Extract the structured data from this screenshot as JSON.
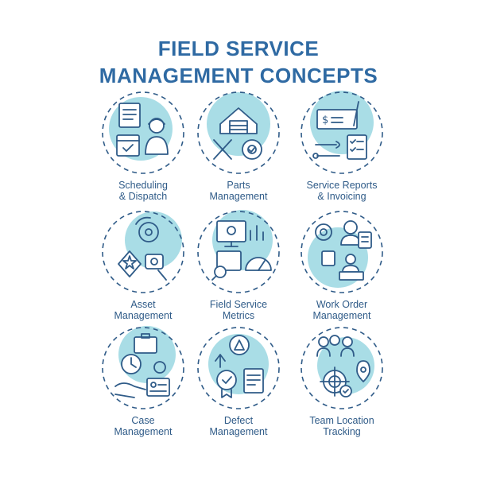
{
  "title": {
    "line1": "FIELD SERVICE",
    "line2": "MANAGEMENT CONCEPTS"
  },
  "colors": {
    "title": "#2f6aa3",
    "stroke": "#2f5b88",
    "accent": "#a9dde6",
    "background": "#ffffff"
  },
  "items": [
    {
      "icon": "scheduling-dispatch-icon",
      "line1": "Scheduling",
      "line2": "& Dispatch"
    },
    {
      "icon": "parts-management-icon",
      "line1": "Parts",
      "line2": "Management"
    },
    {
      "icon": "service-reports-invoicing-icon",
      "line1": "Service Reports",
      "line2": "& Invoicing"
    },
    {
      "icon": "asset-management-icon",
      "line1": "Asset",
      "line2": "Management"
    },
    {
      "icon": "field-service-metrics-icon",
      "line1": "Field Service",
      "line2": "Metrics"
    },
    {
      "icon": "work-order-management-icon",
      "line1": "Work Order",
      "line2": "Management"
    },
    {
      "icon": "case-management-icon",
      "line1": "Case",
      "line2": "Management"
    },
    {
      "icon": "defect-management-icon",
      "line1": "Defect",
      "line2": "Management"
    },
    {
      "icon": "team-location-tracking-icon",
      "line1": "Team Location",
      "line2": "Tracking"
    }
  ]
}
